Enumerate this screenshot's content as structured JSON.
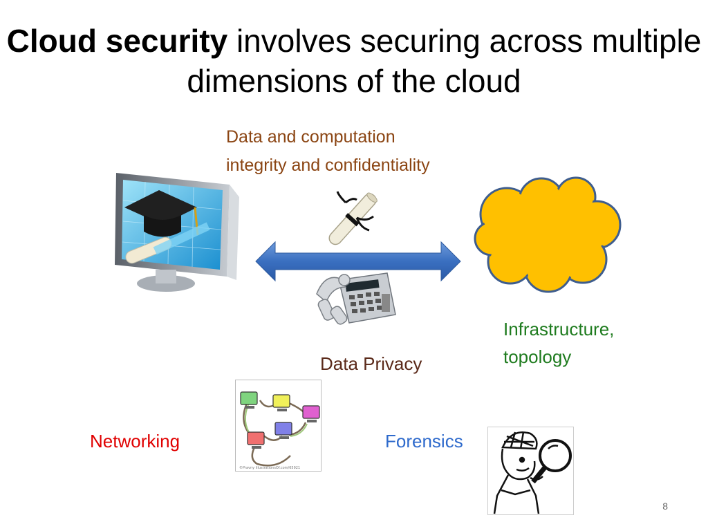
{
  "slide": {
    "title_bold": "Cloud security",
    "title_rest": "involves securing across multiple dimensions of the cloud",
    "page_number": "8"
  },
  "labels": {
    "integrity_line1": "Data and computation",
    "integrity_line2": "integrity and confidentiality",
    "infra_line1": "Infrastructure,",
    "infra_line2": "topology",
    "privacy": "Data Privacy",
    "networking": "Networking",
    "forensics": "Forensics"
  },
  "clipart_caption": "©Pravny   illustrationsOf.com/65921",
  "colors": {
    "integrity": "#8B4513",
    "infra": "#1E7B1E",
    "privacy": "#5B2A1A",
    "networking": "#E00000",
    "forensics": "#2E6ACC",
    "arrow": "#3A6FC0",
    "cloud": "#FFC000"
  },
  "icons": [
    "computer-graduation-icon",
    "diploma-icon",
    "double-arrow-icon",
    "cloud-icon",
    "calculator-icon",
    "network-computers-icon",
    "detective-icon"
  ]
}
